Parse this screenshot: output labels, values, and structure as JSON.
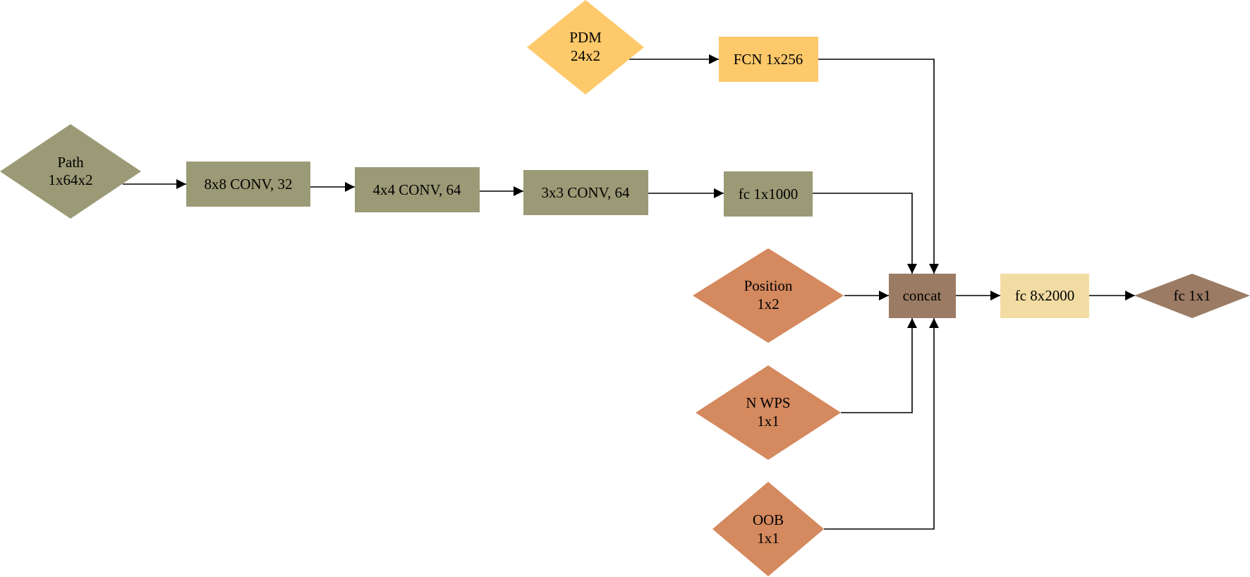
{
  "colors": {
    "olive": "#9b9a76",
    "yellow": "#fdc96b",
    "orange": "#d4895e",
    "brown": "#9b7b64",
    "cream": "#f3dca4"
  },
  "nodes": {
    "path": {
      "line1": "Path",
      "line2": "1x64x2"
    },
    "conv8": {
      "label": "8x8 CONV, 32"
    },
    "conv4": {
      "label": "4x4 CONV, 64"
    },
    "conv3": {
      "label": "3x3 CONV, 64"
    },
    "fc1000": {
      "label": "fc 1x1000"
    },
    "pdm": {
      "line1": "PDM",
      "line2": "24x2"
    },
    "fcn256": {
      "label": "FCN 1x256"
    },
    "position": {
      "line1": "Position",
      "line2": "1x2"
    },
    "nwps": {
      "line1": "N WPS",
      "line2": "1x1"
    },
    "oob": {
      "line1": "OOB",
      "line2": "1x1"
    },
    "concat": {
      "label": "concat"
    },
    "fc2000": {
      "label": "fc 8x2000"
    },
    "fc1x1": {
      "label": "fc 1x1"
    }
  },
  "edges": [
    {
      "from": "path",
      "to": "conv8"
    },
    {
      "from": "conv8",
      "to": "conv4"
    },
    {
      "from": "conv4",
      "to": "conv3"
    },
    {
      "from": "conv3",
      "to": "fc1000"
    },
    {
      "from": "fc1000",
      "to": "concat"
    },
    {
      "from": "pdm",
      "to": "fcn256"
    },
    {
      "from": "fcn256",
      "to": "concat"
    },
    {
      "from": "position",
      "to": "concat"
    },
    {
      "from": "nwps",
      "to": "concat"
    },
    {
      "from": "oob",
      "to": "concat"
    },
    {
      "from": "concat",
      "to": "fc2000"
    },
    {
      "from": "fc2000",
      "to": "fc1x1"
    }
  ]
}
